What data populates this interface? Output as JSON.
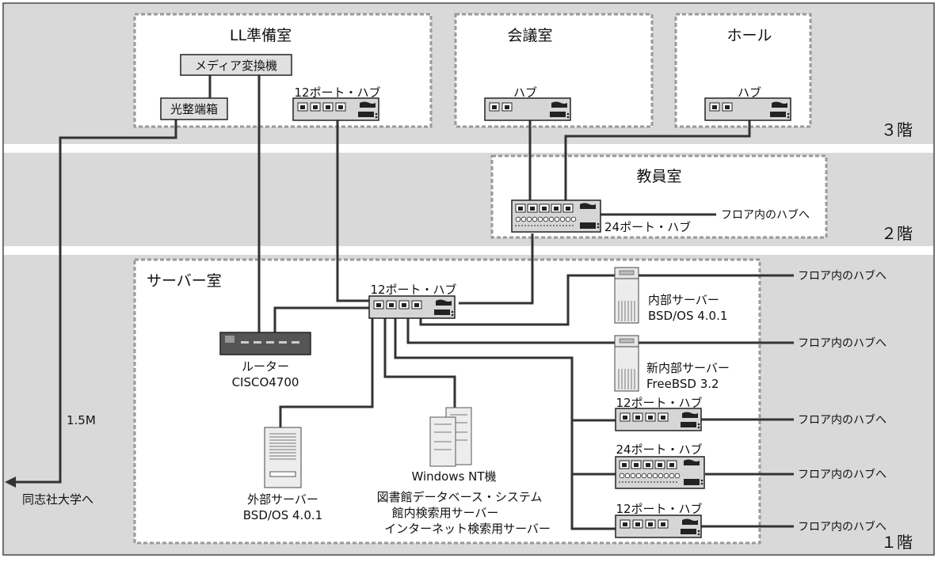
{
  "floors": {
    "f3": "３階",
    "f2": "２階",
    "f1": "１階"
  },
  "rooms": {
    "ll": "LL準備室",
    "meeting": "会議室",
    "hall": "ホール",
    "staff": "教員室",
    "server": "サーバー室"
  },
  "labels": {
    "media_converter": "メディア変換機",
    "optical_box": "光整端箱",
    "hub12": "12ポート・ハブ",
    "hub": "ハブ",
    "hub24": "24ポート・ハブ",
    "to_floor_hub": "フロア内のハブへ",
    "router_name": "ルーター",
    "router_model": "CISCO4700",
    "ext_server_name": "外部サーバー",
    "ext_server_os": "BSD/OS 4.0.1",
    "int_server_name": "内部サーバー",
    "int_server_os": "BSD/OS 4.0.1",
    "new_int_server_name": "新内部サーバー",
    "new_int_server_os": "FreeBSD 3.2",
    "nt_machine": "Windows NT機",
    "nt_role1": "図書館データベース・システム",
    "nt_role2": "館内検索用サーバー",
    "nt_role3": "インターネット検索用サーバー",
    "line_speed": "1.5M",
    "to_doshisha": "同志社大学へ"
  },
  "colors": {
    "band": "#c9c9c9",
    "dash": "#9a9a9a",
    "device_fill": "#d8d8d8",
    "line": "#333333"
  }
}
